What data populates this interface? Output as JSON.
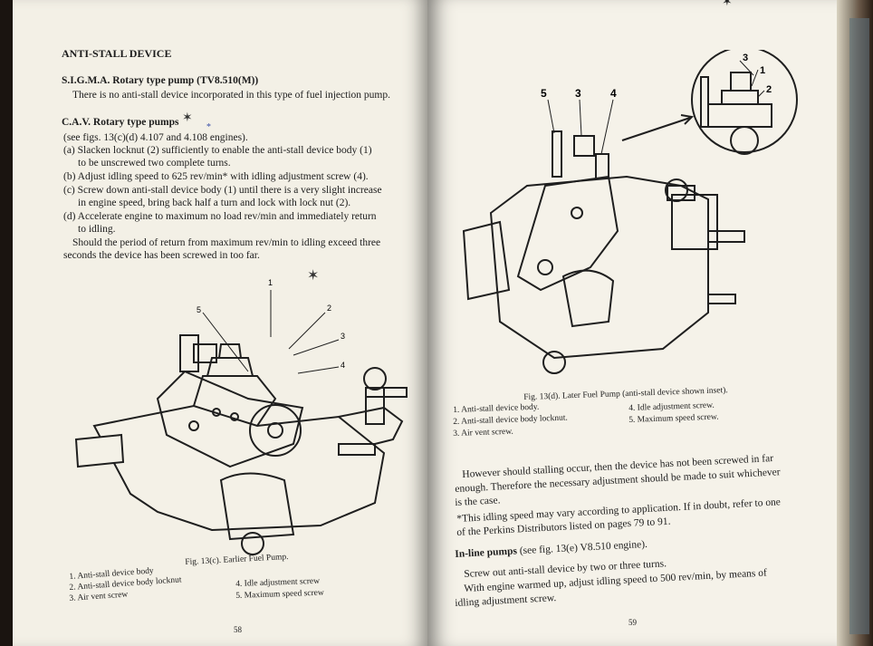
{
  "left_page": {
    "heading": "ANTI-STALL DEVICE",
    "sigma_heading": "S.I.G.M.A. Rotary type pump (TV8.510(M))",
    "sigma_text": "There is no anti-stall device incorporated in this type of fuel injection pump.",
    "cav_heading": "C.A.V. Rotary type pumps",
    "cav_lines": [
      "(see figs. 13(c)(d) 4.107 and 4.108 engines).",
      "(a) Slacken locknut (2) sufficiently to enable the anti-stall device body (1)",
      "to be unscrewed two complete turns.",
      "(b) Adjust idling speed to 625 rev/min* with idling adjustment screw (4).",
      "(c) Screw down anti-stall device body (1) until there is a very slight increase",
      "in engine speed, bring back half a turn and lock with lock nut (2).",
      "(d) Accelerate engine to maximum no load rev/min and immediately return",
      "to idling.",
      "Should the period of return from maximum rev/min to idling exceed three",
      "seconds the device has been screwed in too far."
    ],
    "figure_callouts": [
      "1",
      "2",
      "3",
      "4",
      "5"
    ],
    "figure_caption": "Fig. 13(c). Earlier Fuel Pump.",
    "legend": [
      "1.  Anti-stall device body",
      "2.  Anti-stall device body locknut",
      "3.  Air vent screw",
      "4.  Idle adjustment screw",
      "5.  Maximum speed screw"
    ],
    "page_number": "58"
  },
  "right_page": {
    "figure_callouts": [
      "5",
      "3",
      "4"
    ],
    "inset_callouts": [
      "3",
      "1",
      "2"
    ],
    "figure_caption": "Fig. 13(d). Later Fuel Pump (anti-stall device shown inset).",
    "legend": [
      "1.  Anti-stall device body.",
      "2.  Anti-stall device body locknut.",
      "3.  Air vent screw.",
      "4.  Idle adjustment screw.",
      "5.  Maximum speed screw."
    ],
    "para_lines": [
      "However should stalling occur, then the device has not been screwed in far",
      "enough. Therefore the necessary adjustment should be made to suit whichever",
      "is the case.",
      "*This idling speed may vary according to application. If in doubt, refer to one",
      "of the Perkins Distributors listed on pages 79 to 91."
    ],
    "inline_heading": "In-line pumps",
    "inline_ref": "(see fig. 13(e) V8.510 engine).",
    "inline_lines": [
      "Screw out anti-stall device by two or three turns.",
      "With engine warmed up, adjust idling speed to 500 rev/min, by means of",
      "idling adjustment screw."
    ],
    "page_number": "59"
  },
  "colors": {
    "paper": "#f3f0e6",
    "ink": "#1c1c1c",
    "background": "#1a1410",
    "annotation_blue": "#3a4fa8"
  }
}
